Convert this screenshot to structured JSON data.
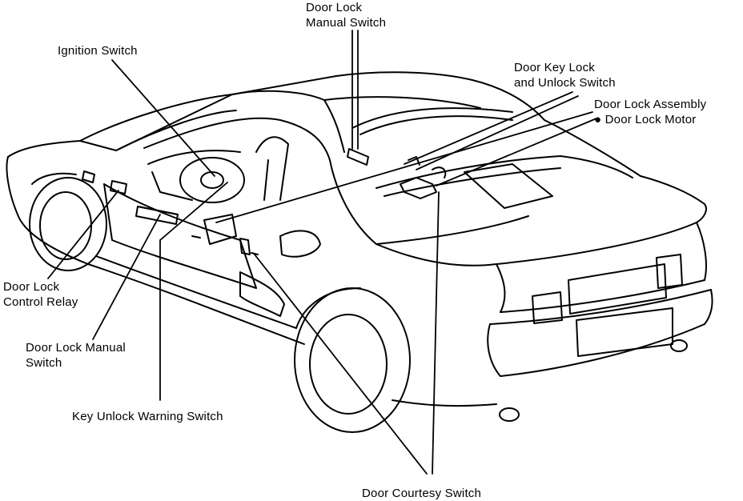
{
  "labels": {
    "door_lock_manual_switch_top": [
      "Door Lock",
      "Manual Switch"
    ],
    "ignition_switch": [
      "Ignition Switch"
    ],
    "door_key_lock_switch": [
      "Door Key Lock",
      "and Unlock Switch"
    ],
    "door_lock_assembly": [
      "Door Lock Assembly",
      "● Door Lock Motor"
    ],
    "door_lock_control_relay": [
      "Door Lock",
      "Control Relay"
    ],
    "door_lock_manual_switch_left": [
      "Door Lock Manual",
      "Switch"
    ],
    "key_unlock_warning_switch": [
      "Key Unlock Warning Switch"
    ],
    "door_courtesy_switch": [
      "Door Courtesy Switch"
    ]
  }
}
